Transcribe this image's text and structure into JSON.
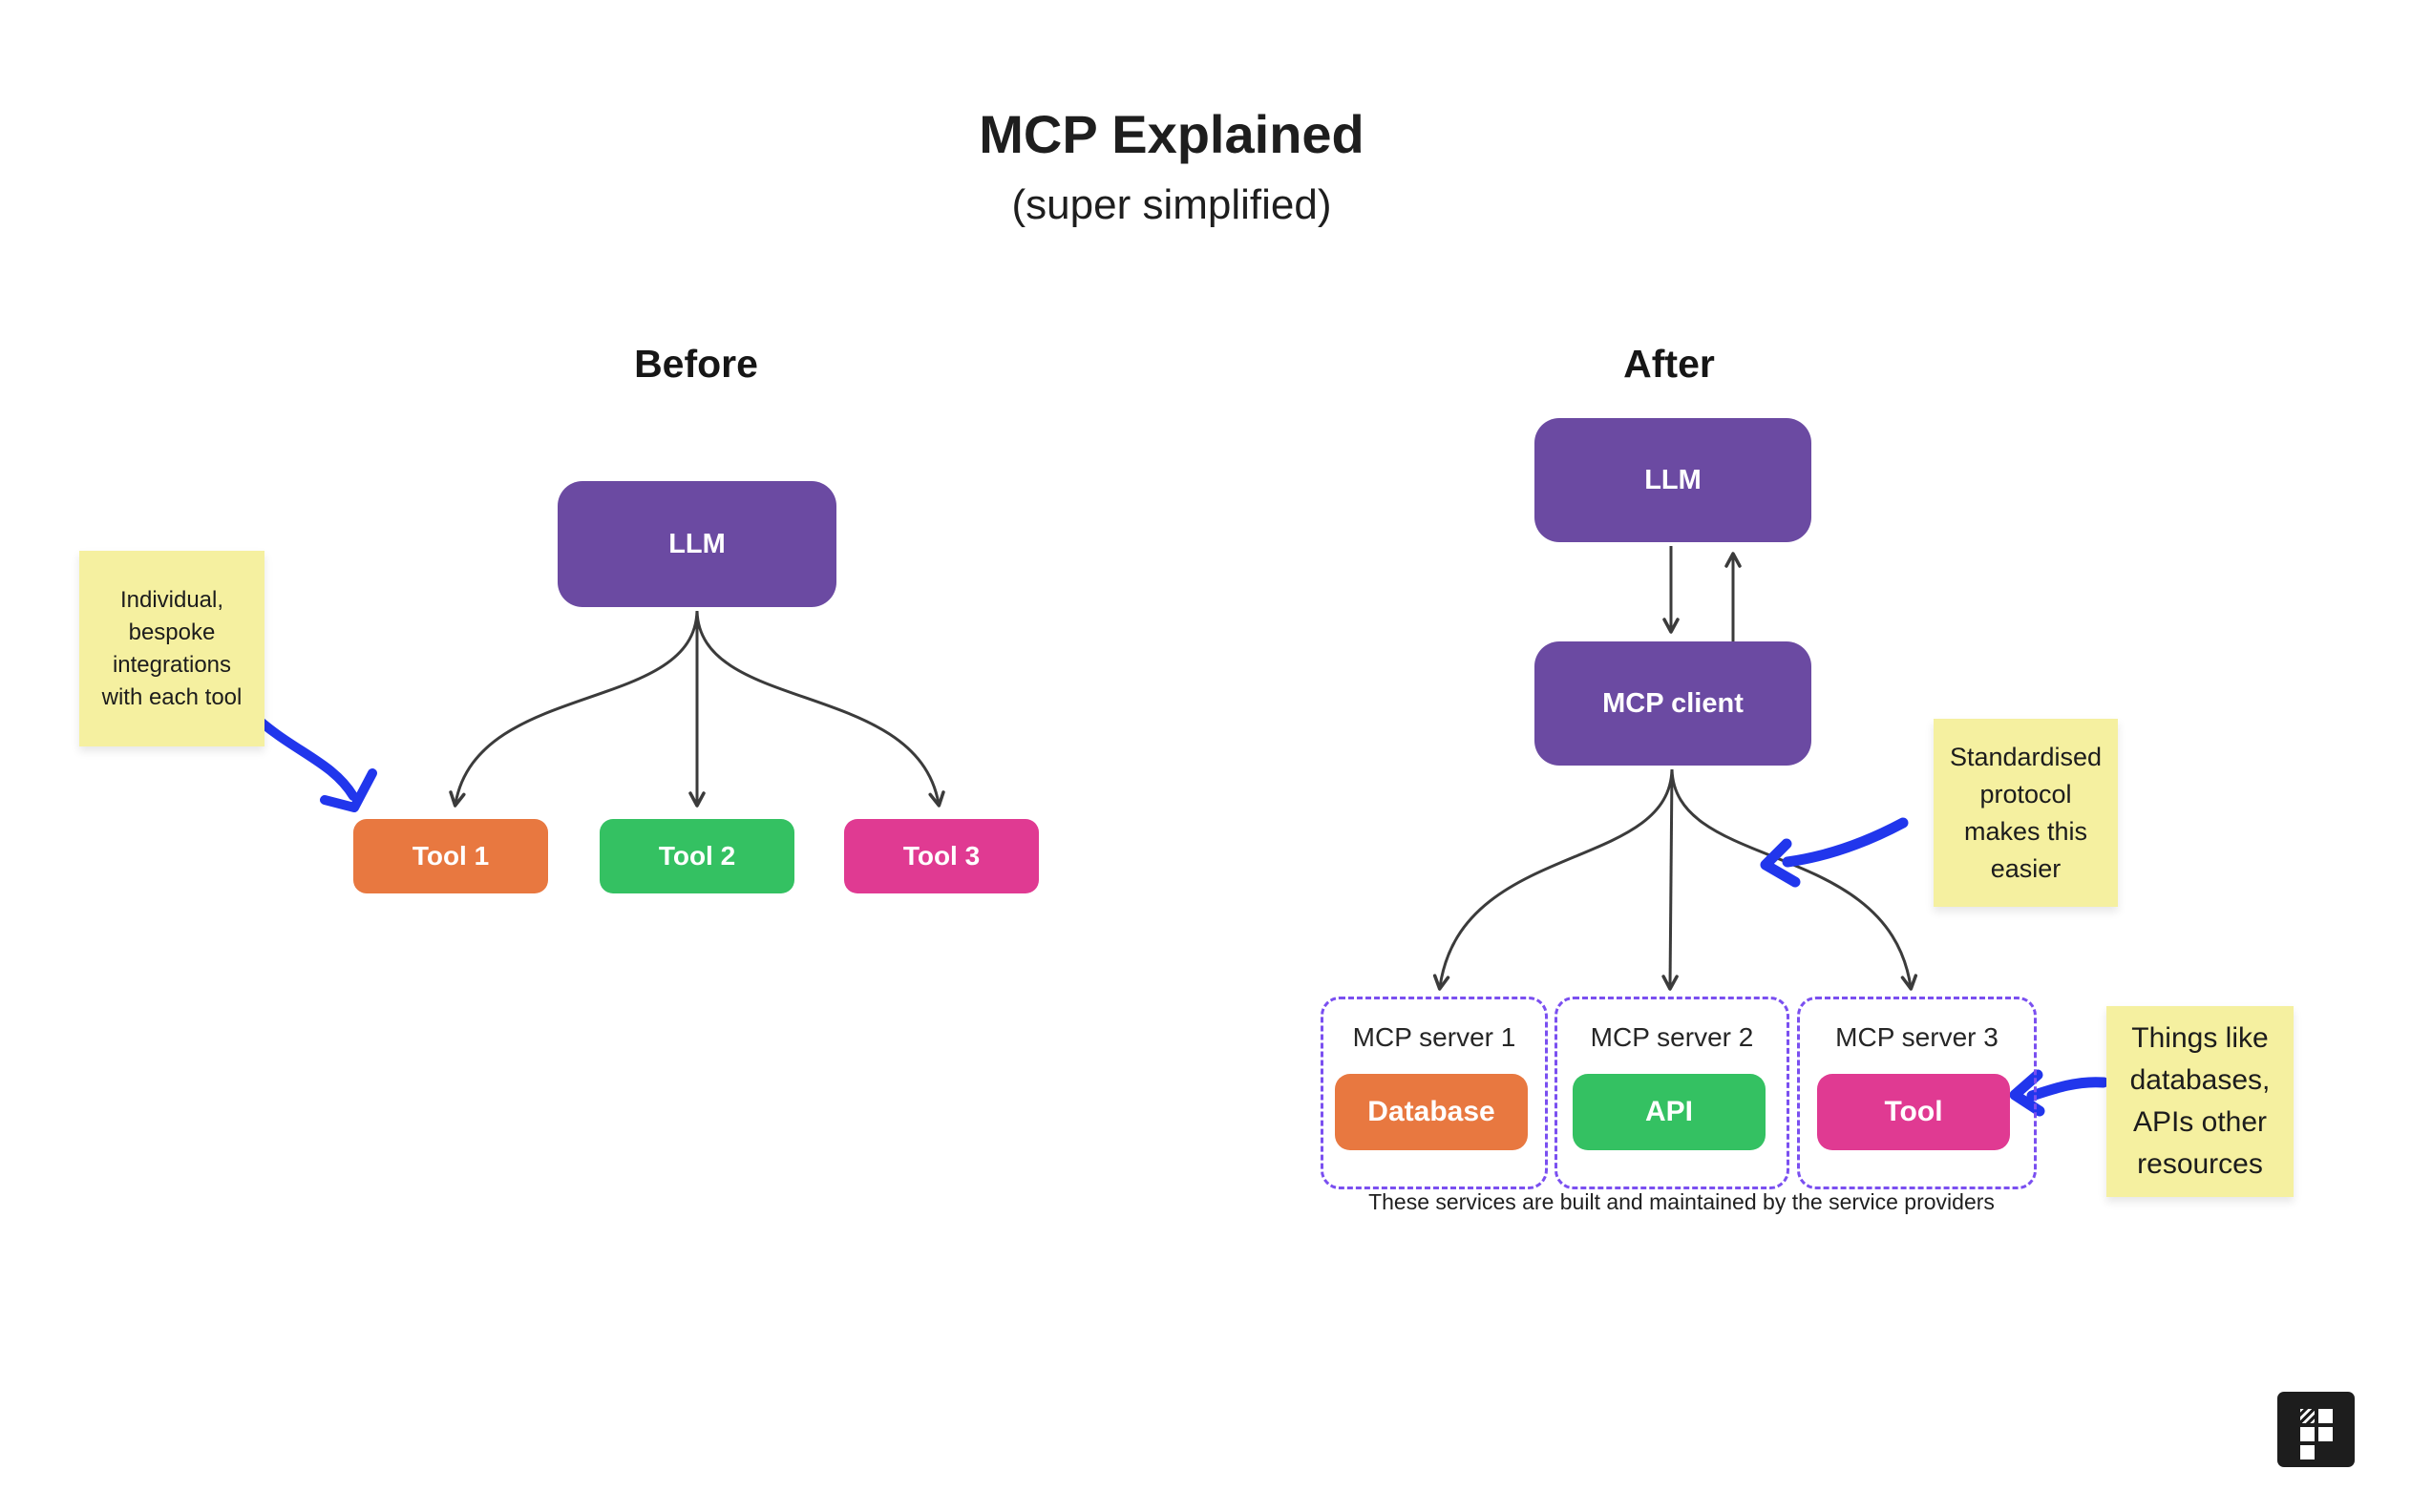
{
  "page": {
    "title": "MCP Explained",
    "subtitle": "(super simplified)"
  },
  "before": {
    "heading": "Before",
    "llm_label": "LLM",
    "tools": [
      {
        "label": "Tool 1",
        "color": "#E87840"
      },
      {
        "label": "Tool 2",
        "color": "#34C162"
      },
      {
        "label": "Tool 3",
        "color": "#E03A92"
      }
    ],
    "note_integrations": "Individual,\nbespoke\nintegrations\nwith each tool"
  },
  "after": {
    "heading": "After",
    "llm_label": "LLM",
    "client_label": "MCP client",
    "servers": [
      {
        "title": "MCP server 1",
        "resource": "Database",
        "resource_color": "#E87840"
      },
      {
        "title": "MCP server 2",
        "resource": "API",
        "resource_color": "#34C162"
      },
      {
        "title": "MCP server 3",
        "resource": "Tool",
        "resource_color": "#E03A92"
      }
    ],
    "caption": "These services are built and maintained by the service providers",
    "note_protocol": "Standardised\nprotocol\nmakes this\neasier",
    "note_resources": "Things like\ndatabases,\nAPIs other\nresources"
  },
  "colors": {
    "node_purple": "#6B4AA2",
    "tool_orange": "#E87840",
    "tool_green": "#34C162",
    "tool_pink": "#E03A92",
    "sticky_yellow": "#F5F0A0",
    "server_dash_purple": "#7A4FF0",
    "annotation_blue": "#2136EC",
    "connector_gray": "#3B3B3B",
    "logo_black": "#1D1D1D",
    "background": "#FFFFFF"
  }
}
